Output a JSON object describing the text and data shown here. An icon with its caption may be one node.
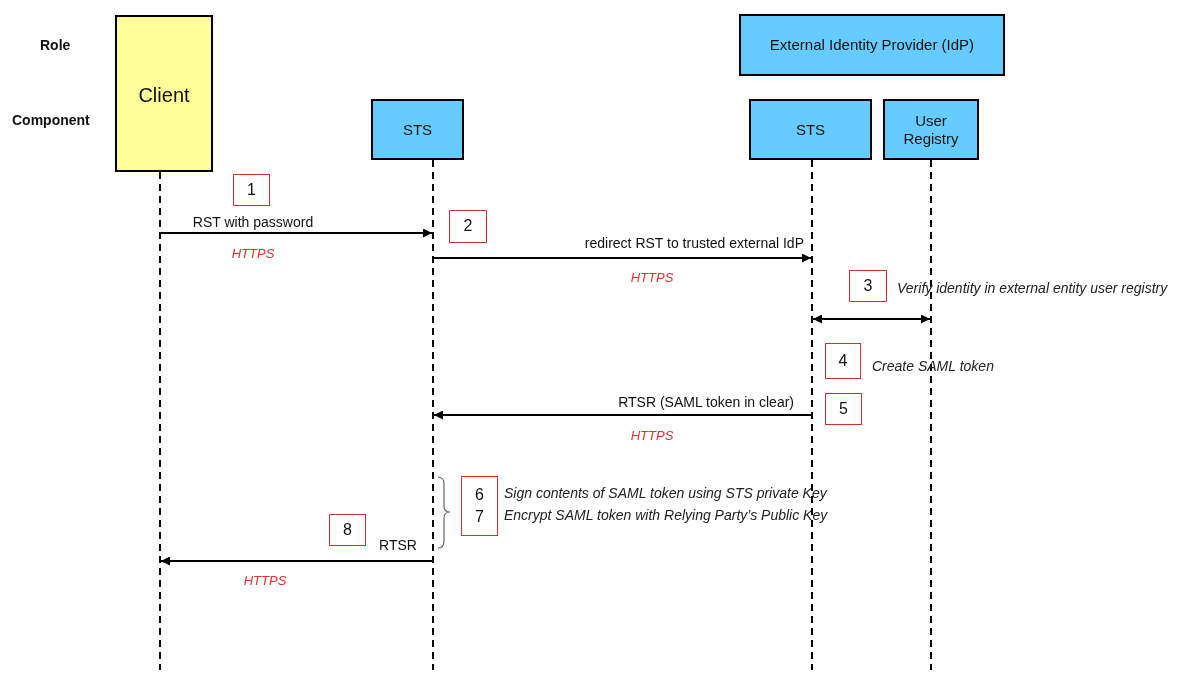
{
  "diagram": {
    "nodes": [
      {
        "text": [
          "Client"
        ]
      },
      {
        "text": [
          "External Identity Provider (IdP)"
        ]
      },
      {
        "text": [
          "STS"
        ]
      },
      {
        "text": [
          "STS"
        ]
      },
      {
        "text": [
          "User Registry"
        ]
      },
      {
        "text": [
          "1"
        ]
      },
      {
        "text": [
          "2"
        ]
      },
      {
        "text": [
          "3"
        ]
      },
      {
        "text": [
          "4"
        ]
      },
      {
        "text": [
          "5"
        ]
      },
      {
        "text": [
          "6",
          "7"
        ],
        "beside": [
          "Sign contents of SAML token using STS private Key",
          "Encrypt SAML token with Relying Party’s Public Key"
        ]
      },
      {
        "text": [
          "8"
        ]
      },
      {
        "text": [],
        "shape": "line"
      },
      {
        "text": [],
        "shape": "line"
      },
      {
        "text": [],
        "shape": "line"
      },
      {
        "text": [],
        "shape": "line"
      }
    ],
    "edges": [
      {
        "from": 12,
        "to": 13,
        "arrow": "to",
        "label": "RST with password"
      },
      {
        "from": 13,
        "to": 14,
        "arrow": "to",
        "label": "redirect RST to trusted external IdP"
      },
      {
        "from": 14,
        "to": 15,
        "arrow": "both"
      },
      {
        "from": 14,
        "to": 13,
        "arrow": "to",
        "label": "RTSR (SAML token in clear)"
      },
      {
        "from": 13,
        "to": 12,
        "arrow": "to",
        "label": "RTSR"
      }
    ],
    "labels": [
      "Role",
      "Component",
      "HTTPS",
      "HTTPS",
      "Verify identity in external entity user registry",
      "Create SAML token",
      "HTTPS",
      "HTTPS"
    ]
  }
}
